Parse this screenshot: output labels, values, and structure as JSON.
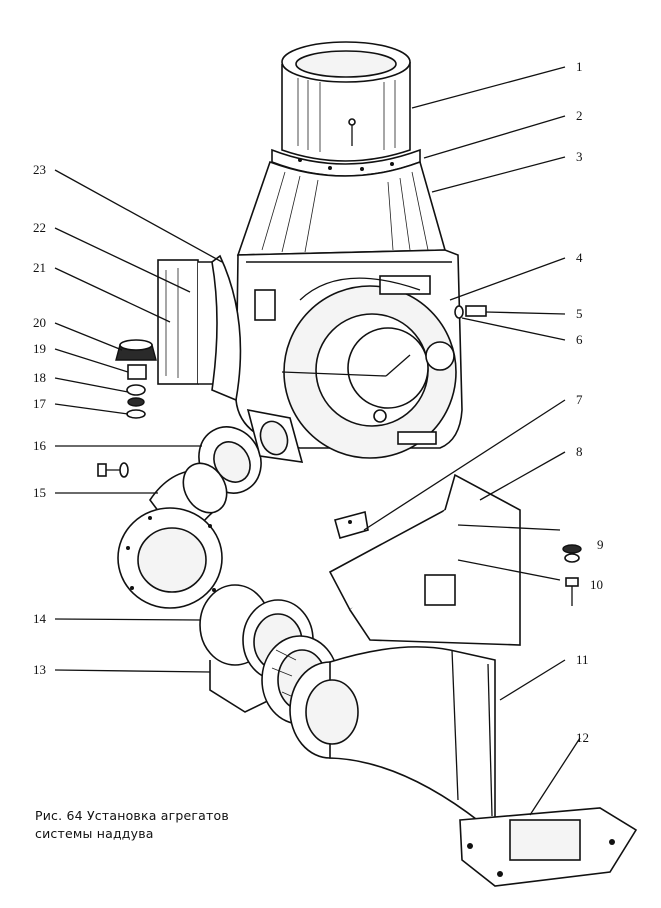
{
  "caption": {
    "line1": "Рис. 64 Установка агрегатов",
    "line2": "системы наддува"
  },
  "callouts": [
    "1",
    "2",
    "3",
    "4",
    "5",
    "6",
    "7",
    "8",
    "9",
    "10",
    "11",
    "12",
    "13",
    "14",
    "15",
    "16",
    "17",
    "18",
    "19",
    "20",
    "21",
    "22",
    "23"
  ]
}
